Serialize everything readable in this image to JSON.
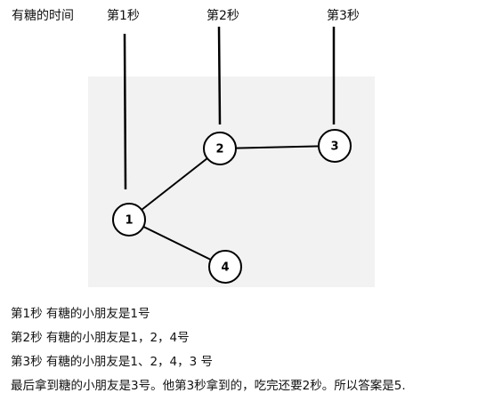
{
  "header": {
    "time_label": "有糖的时间",
    "seconds": [
      "第1秒",
      "第2秒",
      "第3秒"
    ]
  },
  "graph": {
    "nodes": [
      "1",
      "2",
      "3",
      "4"
    ],
    "edges": [
      [
        "1",
        "2"
      ],
      [
        "2",
        "3"
      ],
      [
        "1",
        "4"
      ]
    ],
    "panel_color": "#f2f2f2",
    "line_color": "#000000"
  },
  "notes": [
    "第1秒 有糖的小朋友是1号",
    "第2秒 有糖的小朋友是1，2，4号",
    "第3秒 有糖的小朋友是1、2，4，3 号",
    "最后拿到糖的小朋友是3号。他第3秒拿到的，吃完还要2秒。所以答案是5."
  ]
}
